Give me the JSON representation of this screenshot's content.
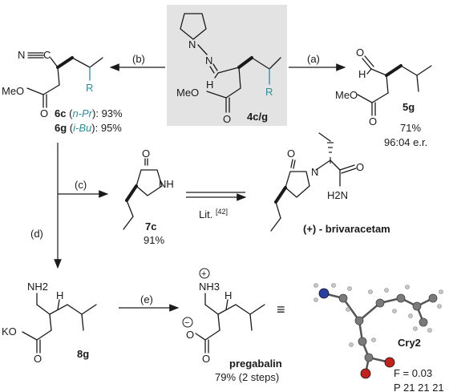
{
  "center_compound": {
    "label": "4c/g",
    "substituent": "R",
    "atoms": {
      "N1": "N",
      "N2": "N",
      "H": "H",
      "MeO": "MeO",
      "O": "O"
    }
  },
  "compound_5g": {
    "label": "5g",
    "yield": "71%",
    "er": "96:04 e.r.",
    "atoms": {
      "O_ald": "O",
      "H": "H",
      "MeO": "MeO",
      "O": "O"
    }
  },
  "compound_6": {
    "line1_label": "6c",
    "line1_detail": "n-Pr",
    "line1_yield": ": 93%",
    "line2_label": "6g",
    "line2_detail": "i-Bu",
    "line2_yield": ": 95%",
    "substituent": "R",
    "atoms": {
      "N": "N",
      "C": "C",
      "MeO": "MeO",
      "O": "O"
    }
  },
  "compound_7c": {
    "label": "7c",
    "yield": "91%",
    "atoms": {
      "O": "O",
      "NH": "NH"
    }
  },
  "brivaracetam": {
    "name": "(+) - brivaracetam",
    "atoms": {
      "O": "O",
      "N": "N",
      "O2": "O",
      "H2N": "H2N"
    }
  },
  "literature": {
    "text": "Lit.",
    "ref": "[42]"
  },
  "compound_8g": {
    "label": "8g",
    "atoms": {
      "NH2": "NH2",
      "H": "H",
      "KO": "KO",
      "O": "O"
    }
  },
  "pregabalin": {
    "name": "pregabalin",
    "yield": "79% (2 steps)",
    "atoms": {
      "NH3": "NH3",
      "plus": "+",
      "H": "H",
      "Ominus": "O",
      "minus": "−",
      "O": "O"
    }
  },
  "crystal": {
    "label": "Cry2",
    "flack": "F = 0.03",
    "space_group": "P 21 21 21",
    "equiv": "≡"
  },
  "reagents": {
    "a": "(a)",
    "b": "(b)",
    "c": "(c)",
    "d": "(d)",
    "e": "(e)"
  },
  "colors": {
    "highlight_box": "#e3e3e3",
    "teal": "#2e8b9a",
    "atom_N": "#2b3f9e",
    "atom_O": "#c0221e",
    "atom_C": "#777777"
  }
}
